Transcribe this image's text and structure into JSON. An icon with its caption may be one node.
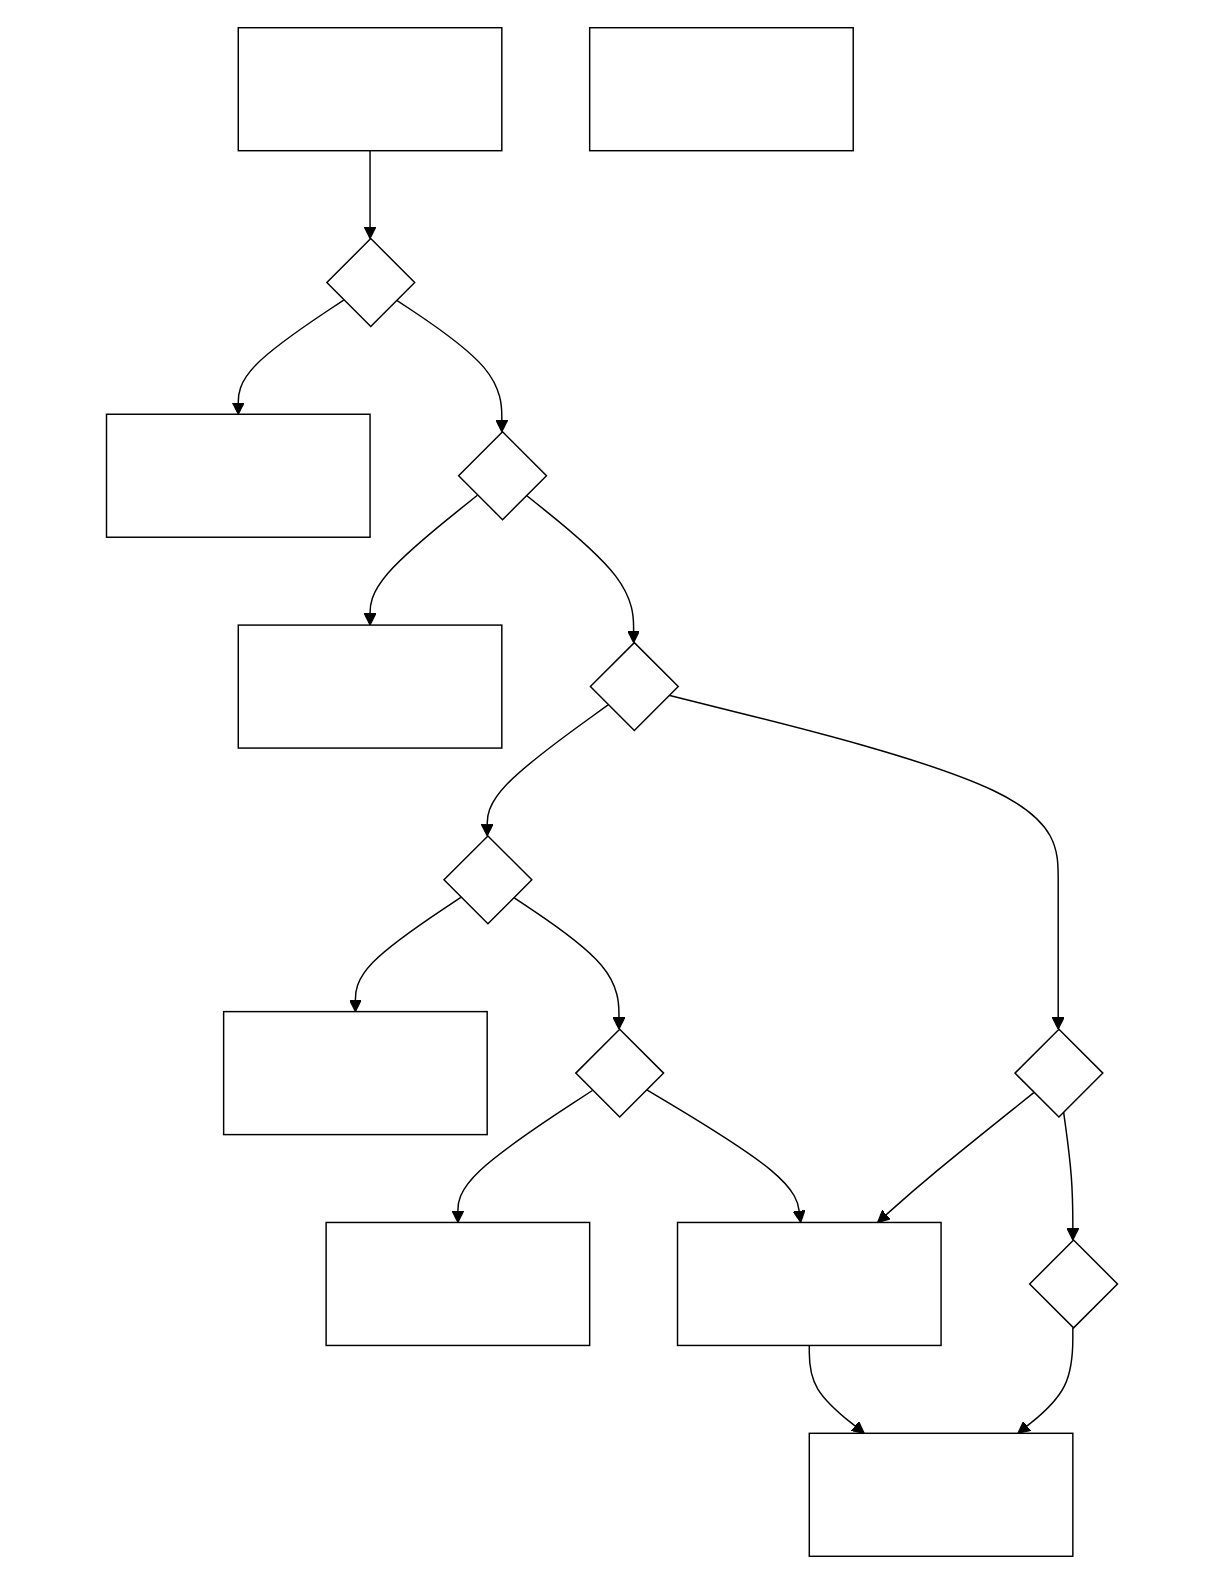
{
  "diagram": {
    "nodes": [
      {
        "text": [],
        "shape": "box"
      },
      {
        "text": [],
        "shape": "diamond"
      },
      {
        "text": [],
        "shape": "box"
      },
      {
        "text": [],
        "shape": "diamond"
      },
      {
        "text": [],
        "shape": "box"
      },
      {
        "text": [],
        "shape": "diamond"
      },
      {
        "text": [],
        "shape": "diamond"
      },
      {
        "text": [],
        "shape": "box"
      },
      {
        "text": [],
        "shape": "diamond"
      },
      {
        "text": [],
        "shape": "diamond"
      },
      {
        "text": [],
        "shape": "box"
      },
      {
        "text": [],
        "shape": "diamond"
      },
      {
        "text": [],
        "shape": "box"
      },
      {
        "text": [],
        "shape": "box"
      },
      {
        "text": [],
        "shape": "box"
      }
    ],
    "edges": [
      {
        "from": 0,
        "to": 1,
        "arrow": "to"
      },
      {
        "from": 1,
        "to": 2,
        "arrow": "to"
      },
      {
        "from": 1,
        "to": 3,
        "arrow": "to"
      },
      {
        "from": 3,
        "to": 4,
        "arrow": "to"
      },
      {
        "from": 3,
        "to": 5,
        "arrow": "to"
      },
      {
        "from": 5,
        "to": 6,
        "arrow": "to"
      },
      {
        "from": 6,
        "to": 7,
        "arrow": "to"
      },
      {
        "from": 5,
        "to": 8,
        "arrow": "to"
      },
      {
        "from": 6,
        "to": 9,
        "arrow": "to"
      },
      {
        "from": 9,
        "to": 10,
        "arrow": "to"
      },
      {
        "from": 8,
        "to": 11,
        "arrow": "to"
      },
      {
        "from": 8,
        "to": 12,
        "arrow": "to"
      },
      {
        "from": 9,
        "to": 12,
        "arrow": "to"
      },
      {
        "from": 11,
        "to": 13,
        "arrow": "to"
      },
      {
        "from": 12,
        "to": 13,
        "arrow": "to"
      }
    ]
  }
}
